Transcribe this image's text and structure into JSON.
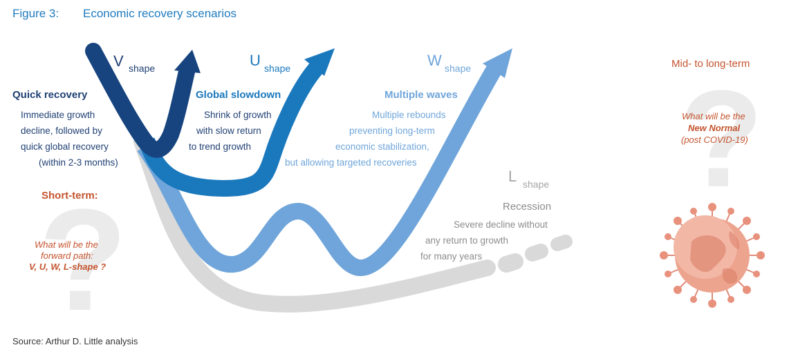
{
  "figure": {
    "label": "Figure 3:",
    "title": "Economic recovery scenarios",
    "source": "Source: Arthur D. Little analysis"
  },
  "colors": {
    "v": "#17447f",
    "u": "#1a78bd",
    "w": "#6fa5da",
    "l": "#d9d9d9",
    "text_dark": "#1f3f73",
    "accent": "#c4542e",
    "title": "#1f7bbf"
  },
  "scenarios": {
    "v": {
      "letter": "V",
      "shape_word": "shape",
      "heading": "Quick recovery",
      "lines": [
        "Immediate growth",
        "decline, followed by",
        "quick global recovery",
        "(within 2-3 months)"
      ]
    },
    "u": {
      "letter": "U",
      "shape_word": "shape",
      "heading": "Global slowdown",
      "lines": [
        "Shrink of growth",
        "with slow return",
        "to trend growth"
      ]
    },
    "w": {
      "letter": "W",
      "shape_word": "shape",
      "heading": "Multiple waves",
      "lines": [
        "Multiple rebounds",
        "preventing long-term",
        "economic stabilization,",
        "but allowing targeted recoveries"
      ]
    },
    "l": {
      "letter": "L",
      "shape_word": "shape",
      "heading": "Recession",
      "lines": [
        "Severe decline without",
        "any return to growth",
        "for many years"
      ]
    }
  },
  "short_term": {
    "heading": "Short-term:",
    "question_lines": [
      "What will be the",
      "forward path:"
    ],
    "question_bold": "V, U, W, L-shape ?"
  },
  "mid_term": {
    "heading": "Mid- to long-term",
    "question_line": "What will be the",
    "question_bold_lines": [
      "New Normal"
    ],
    "question_tail": "(post COVID-19)"
  },
  "icons": {
    "question_mark_left": "question-mark-icon",
    "question_mark_right": "question-mark-icon",
    "virus": "coronavirus-icon"
  }
}
